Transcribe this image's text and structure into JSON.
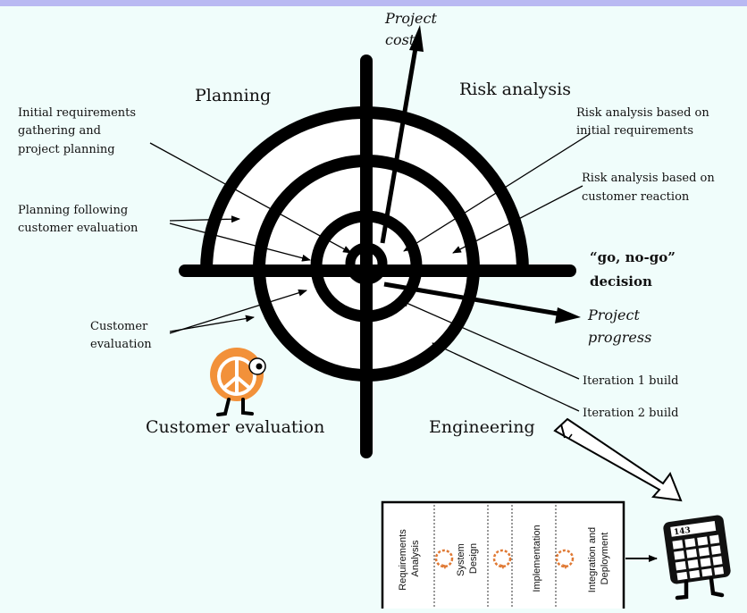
{
  "quadrants": {
    "planning": "Planning",
    "risk_analysis": "Risk analysis",
    "customer_evaluation": "Customer evaluation",
    "engineering": "Engineering"
  },
  "axes": {
    "project_cost": [
      "Project",
      "cost"
    ],
    "project_progress": [
      "Project",
      "progress"
    ]
  },
  "decision": [
    "“go, no-go”",
    "decision"
  ],
  "annotations": {
    "initial_requirements": [
      "Initial requirements",
      "gathering and",
      "project planning"
    ],
    "planning_following": [
      "Planning following",
      "customer evaluation"
    ],
    "customer_evaluation": [
      "Customer",
      "evaluation"
    ],
    "risk_initial": [
      "Risk analysis based on",
      "initial requirements"
    ],
    "risk_reaction": [
      "Risk analysis based on",
      "customer reaction"
    ],
    "iteration1": "Iteration 1 build",
    "iteration2": "Iteration 2 build"
  },
  "waterfall": {
    "stages": [
      [
        "Requirements",
        "Analysis"
      ],
      [
        "System",
        "Design"
      ],
      [
        "Implementation"
      ],
      [
        "Integration and",
        "Deployment"
      ]
    ]
  },
  "calculator": {
    "display": "143"
  },
  "colors": {
    "background": "#f0fdfb",
    "top_rule": "#b9b9f2",
    "spiral_fill": "#ffffff",
    "ink": "#000000",
    "customer_badge": "#f2913a",
    "loop_icon": "#e07a35"
  }
}
